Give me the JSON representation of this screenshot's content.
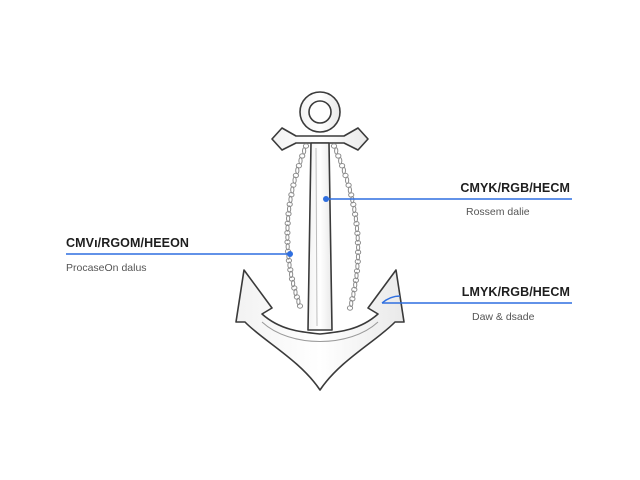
{
  "colors": {
    "accent_line": "#2f6fe0",
    "outline": "#3a3a3a",
    "chain": "#8c8c8c"
  },
  "illustration": {
    "icon": "anchor-icon"
  },
  "callouts": [
    {
      "id": "left",
      "title": "CMVı/RGOM/HEEON",
      "subtitle": "ProcaseOn dalus"
    },
    {
      "id": "upper-right",
      "title": "CMYK/RGB/HECM",
      "subtitle": "Rossem dalie"
    },
    {
      "id": "lower-right",
      "title": "LMYK/RGB/HECM",
      "subtitle": "Daw & dsade"
    }
  ]
}
